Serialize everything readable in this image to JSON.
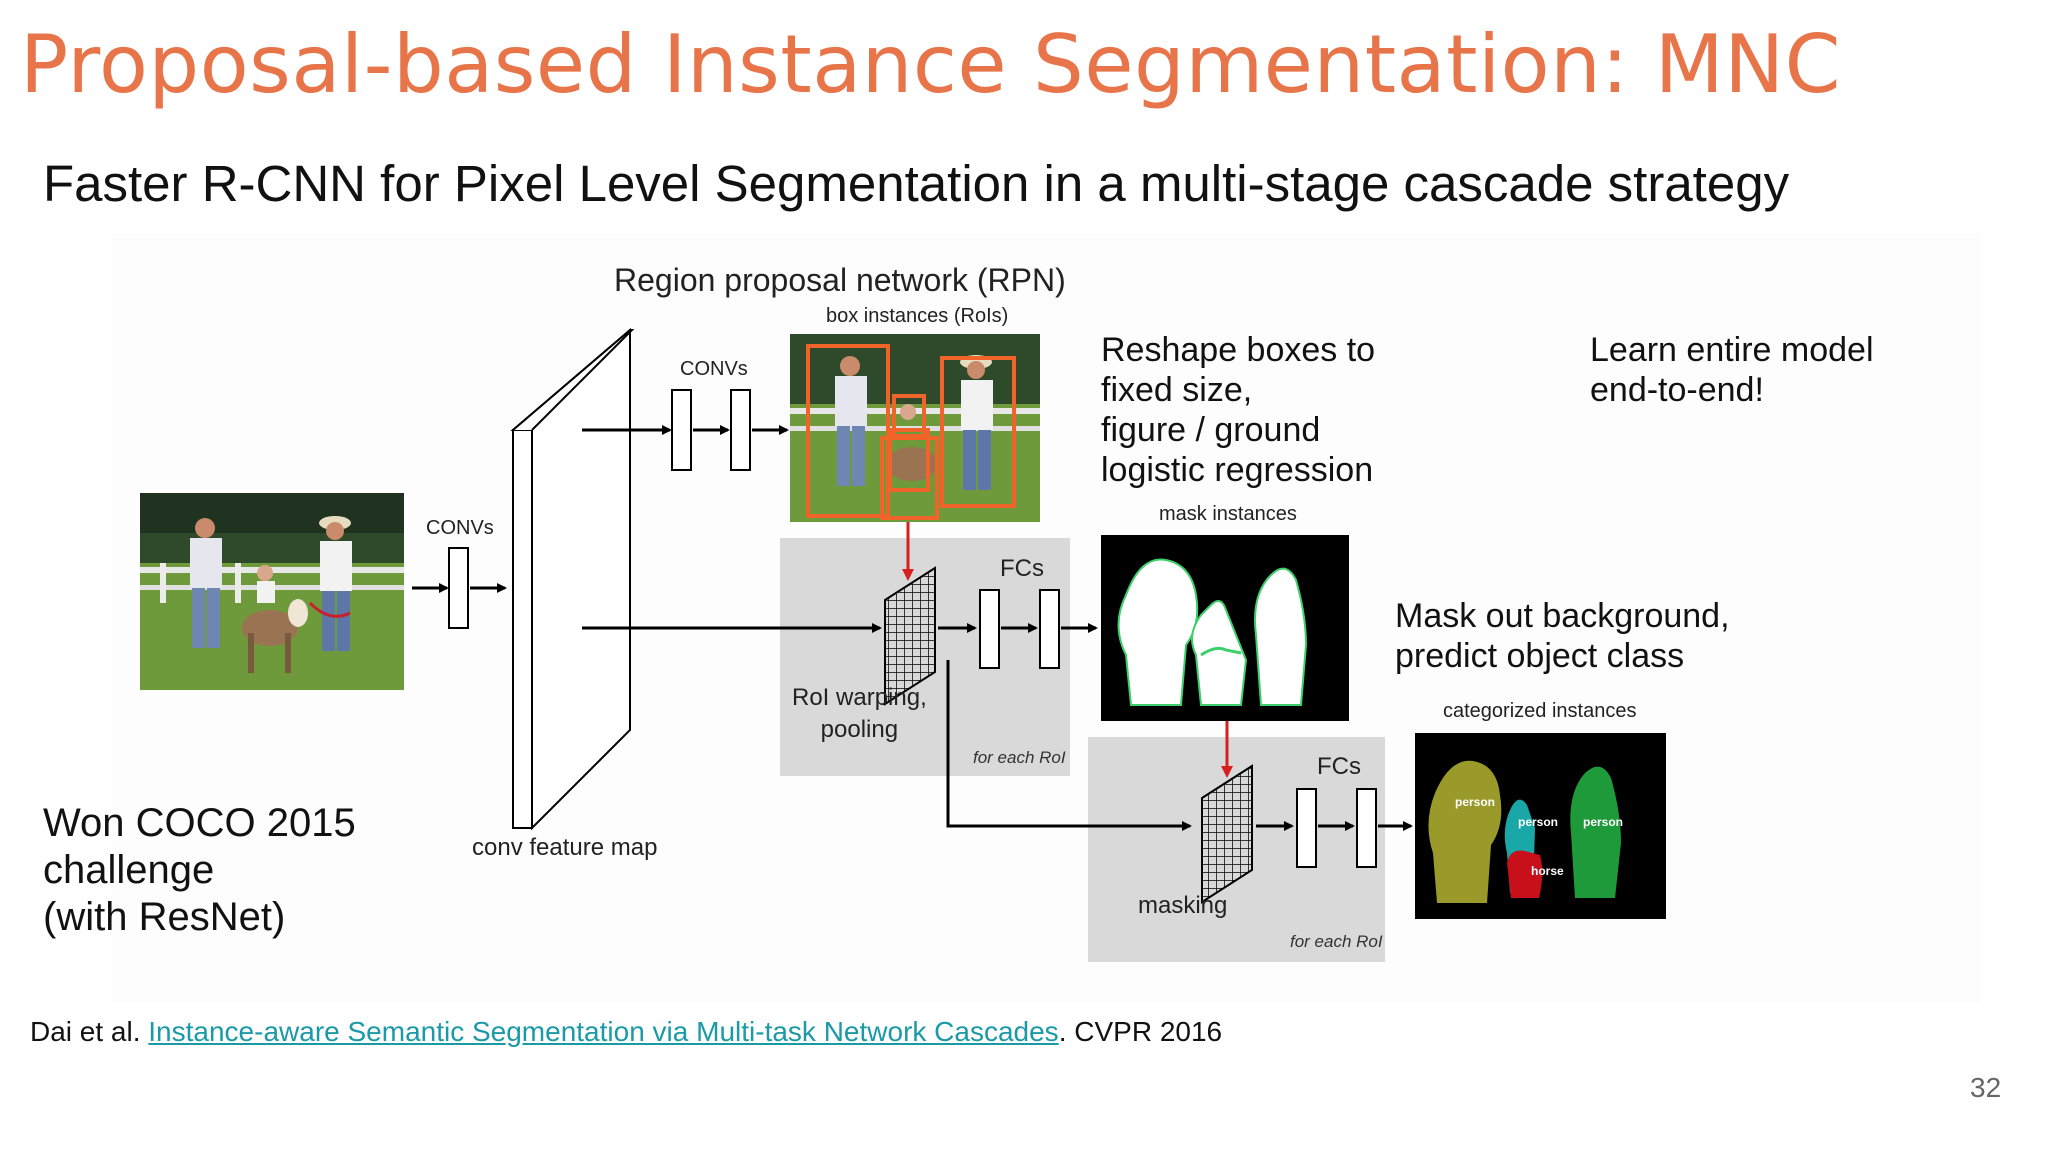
{
  "title": "Proposal-based Instance Segmentation: MNC",
  "subtitle": "Faster R-CNN for Pixel Level Segmentation in a multi-stage cascade strategy",
  "diagram": {
    "rpn_label": "Region proposal network (RPN)",
    "box_instances_label": "box instances (RoIs)",
    "convs_top_label": "CONVs",
    "convs_left_label": "CONVs",
    "conv_feature_map_label": "conv feature map",
    "reshape_note": "Reshape boxes to\nfixed size,\nfigure / ground\nlogistic regression",
    "learn_note": "Learn entire model\nend-to-end!",
    "mask_instances_label": "mask instances",
    "fcs_label_1": "FCs",
    "roi_warping_label": "RoI warping,\npooling",
    "for_each_roi_1": "for each RoI",
    "mask_out_note": "Mask out background,\npredict object class",
    "categorized_label": "categorized instances",
    "fcs_label_2": "FCs",
    "masking_label": "masking",
    "for_each_roi_2": "for each RoI",
    "class_labels": [
      "person",
      "person",
      "person",
      "horse"
    ],
    "colors": {
      "title": "#e8754a",
      "link": "#1a9aa6",
      "box_orange": "#f0642a",
      "arrow_red": "#d61f1f",
      "mask_green": "#3ccf6a"
    }
  },
  "won_note": "Won COCO 2015\nchallenge\n(with ResNet)",
  "citation": {
    "prefix": "Dai et al. ",
    "link_text": "Instance-aware Semantic Segmentation via Multi-task Network Cascades",
    "suffix": ". CVPR 2016"
  },
  "page_number": "32"
}
